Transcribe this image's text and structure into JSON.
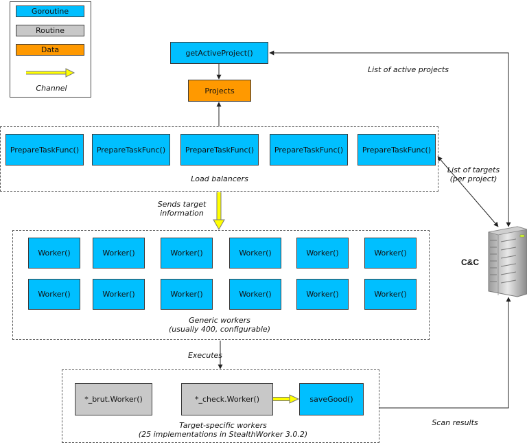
{
  "legend": {
    "goroutine": "Goroutine",
    "routine": "Routine",
    "data": "Data",
    "channel": "Channel"
  },
  "top": {
    "get_active_project": "getActiveProject()",
    "projects": "Projects",
    "list_active_projects": "List of active projects"
  },
  "load_balancers": {
    "items": [
      "PrepareTaskFunc()",
      "PrepareTaskFunc()",
      "PrepareTaskFunc()",
      "PrepareTaskFunc()",
      "PrepareTaskFunc()"
    ],
    "label": "Load balancers",
    "list_targets_line1": "List of targets",
    "list_targets_line2": "(per project)"
  },
  "sends_target": {
    "line1": "Sends target",
    "line2": "information"
  },
  "workers": {
    "row1": [
      "Worker()",
      "Worker()",
      "Worker()",
      "Worker()",
      "Worker()",
      "Worker()"
    ],
    "row2": [
      "Worker()",
      "Worker()",
      "Worker()",
      "Worker()",
      "Worker()",
      "Worker()"
    ],
    "label_line1": "Generic workers",
    "label_line2": "(usually 400, configurable)"
  },
  "executes": "Executes",
  "target_specific": {
    "brut": "*_brut.Worker()",
    "check": "*_check.Worker()",
    "save_good": "saveGood()",
    "label_line1": "Target-specific workers",
    "label_line2": "(25 implementations in StealthWorker 3.0.2)"
  },
  "cc_label": "C&C",
  "scan_results": "Scan results",
  "colors": {
    "goroutine": "#00bfff",
    "routine": "#c8c8c8",
    "data": "#ff9900",
    "channel": "#ffff00"
  }
}
